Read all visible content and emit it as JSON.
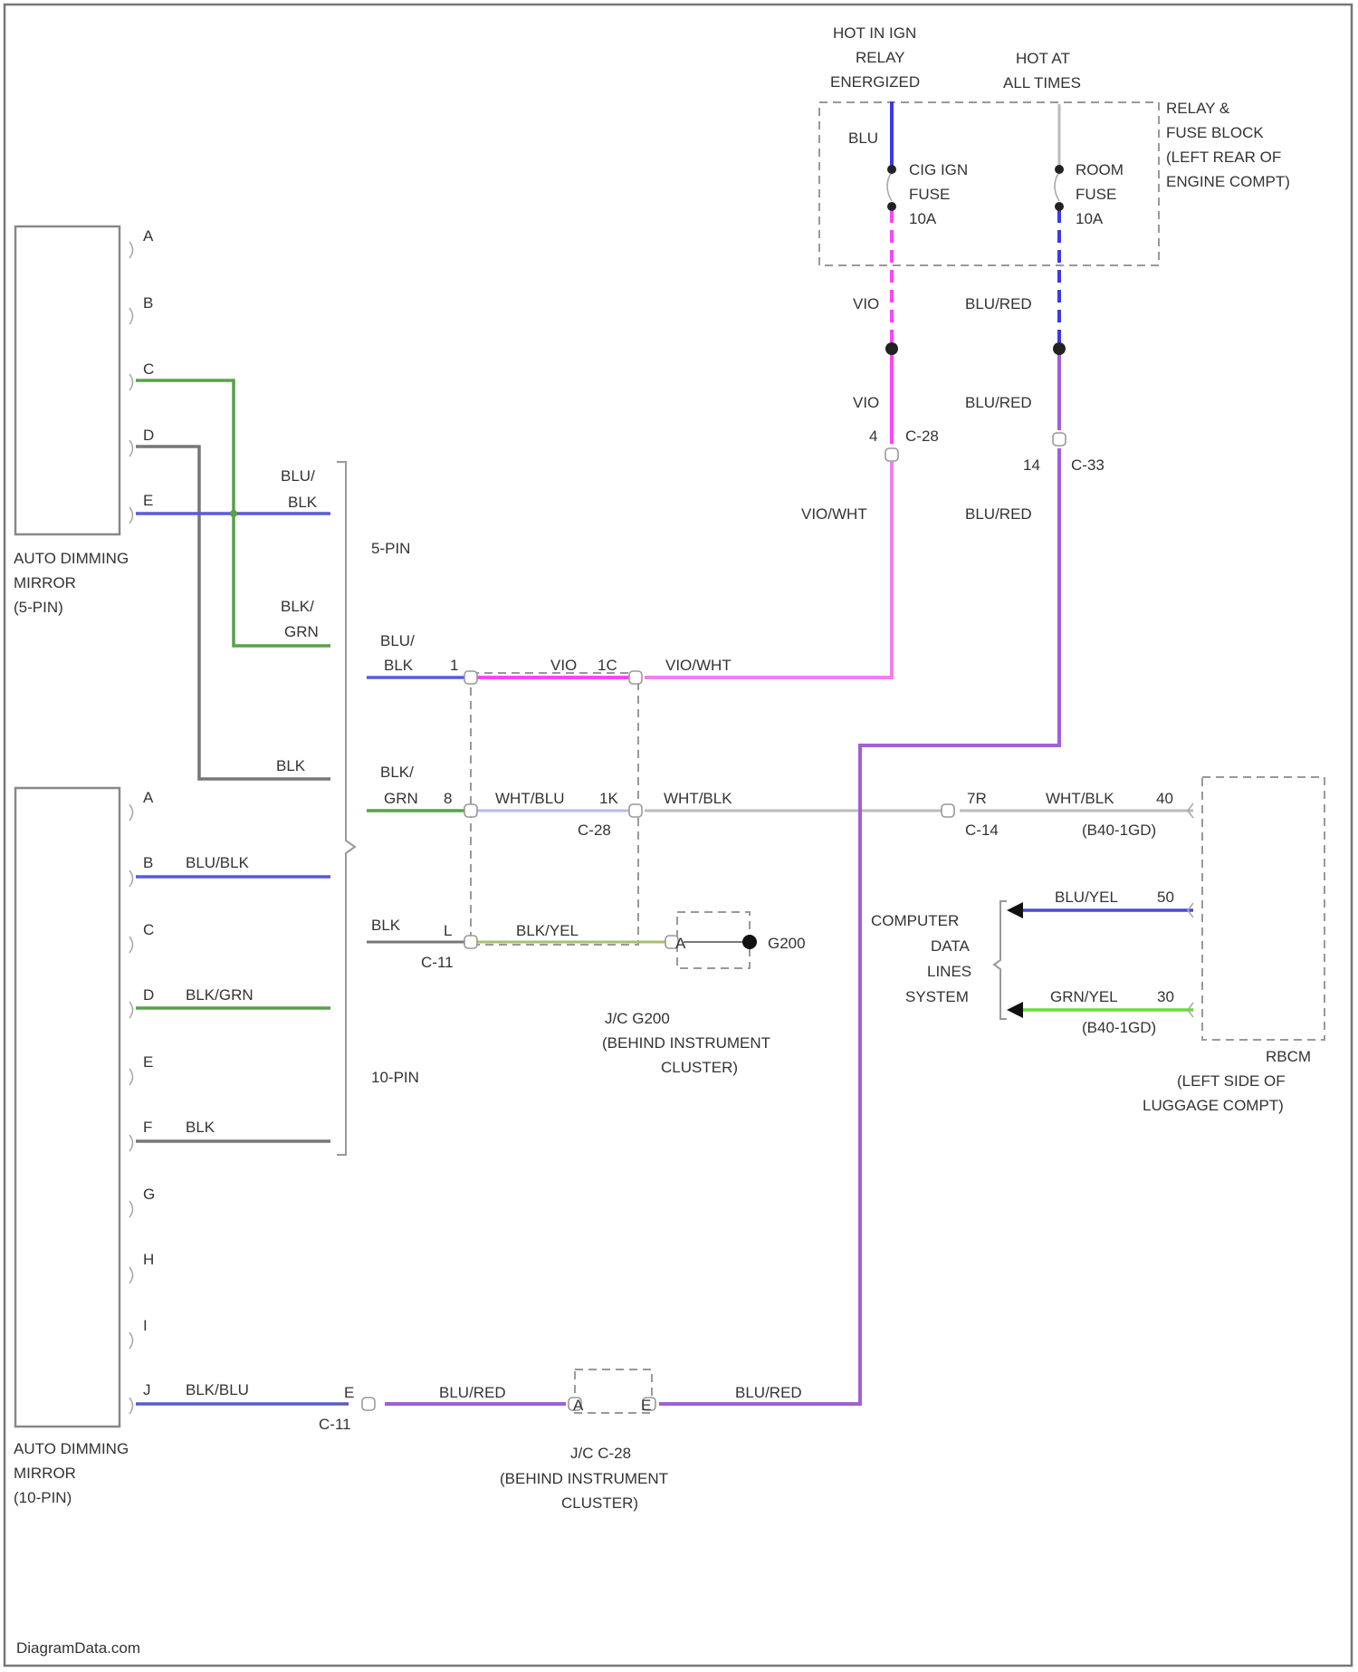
{
  "colors": {
    "blu": "#3a3ae8",
    "blu_blk": "#5a5ad8",
    "vio": "#ff44ff",
    "vio_wht": "#f07ff0",
    "blu_red": "#a060d8",
    "blk_grn": "#5aa04a",
    "blk": "#777777",
    "wht_blu": "#b8b8ec",
    "wht_blk": "#bbbbbb",
    "blk_yel": "#a8c070",
    "grn_yel": "#66dd33",
    "blu_yel": "#4a4ad0",
    "blk_blu": "#5a5ac8"
  },
  "mirror5": {
    "pins": [
      "A",
      "B",
      "C",
      "D",
      "E"
    ],
    "title_lines": [
      "AUTO DIMMING",
      "MIRROR",
      "(5-PIN)"
    ]
  },
  "mirror10": {
    "pins": [
      "A",
      "B",
      "C",
      "D",
      "E",
      "F",
      "G",
      "H",
      "I",
      "J"
    ],
    "title_lines": [
      "AUTO DIMMING",
      "MIRROR",
      "(10-PIN)"
    ]
  },
  "wire_labels": {
    "blu_blk_1": [
      "BLU/",
      "BLK"
    ],
    "blk_grn_1": [
      "BLK/",
      "GRN"
    ],
    "blk_1": "BLK",
    "blu_blk_2": [
      "BLU/",
      "BLK"
    ],
    "blk_grn_2": [
      "BLK/",
      "GRN"
    ],
    "blk_2": "BLK",
    "m10_b": "BLU/BLK",
    "m10_d": "BLK/GRN",
    "m10_f": "BLK",
    "m10_j": "BLK/BLU",
    "vio_mid": "VIO",
    "vio_wht_row": "VIO/WHT",
    "wht_blu": "WHT/BLU",
    "wht_blk_1": "WHT/BLK",
    "wht_blk_2": "WHT/BLK",
    "blk_yel": "BLK/YEL",
    "blu_red_bot1": "BLU/RED",
    "blu_red_bot2": "BLU/RED",
    "blu_top": "BLU",
    "vio_a": "VIO",
    "vio_b": "VIO",
    "vio_wht_col": "VIO/WHT",
    "blu_red_a": "BLU/RED",
    "blu_red_b": "BLU/RED",
    "blu_red_c": "BLU/RED",
    "blu_yel": "BLU/YEL",
    "grn_yel": "GRN/YEL"
  },
  "option_labels": {
    "five_pin": "5-PIN",
    "ten_pin": "10-PIN"
  },
  "pins": {
    "p1": "1",
    "p1c": "1C",
    "p8": "8",
    "p1k": "1K",
    "l": "L",
    "e": "E",
    "p7r": "7R",
    "p40": "40",
    "p50": "50",
    "p30": "30",
    "p4": "4",
    "p14": "14",
    "jc_a": "A",
    "jc_e": "E"
  },
  "connectors": {
    "c28a": "C-28",
    "c28b": "C-28",
    "c33": "C-33",
    "c11a": "C-11",
    "c11b": "C-11",
    "c14": "C-14",
    "g200": "G200",
    "b_a": "(B40-1GD)",
    "b_b": "(B40-1GD)"
  },
  "fuse_block": {
    "hot_ign": [
      "HOT IN IGN",
      "RELAY",
      "ENERGIZED"
    ],
    "hot_all": [
      "HOT AT",
      "ALL TIMES"
    ],
    "label": [
      "RELAY &",
      "FUSE BLOCK",
      "(LEFT REAR OF",
      "ENGINE COMPT)"
    ],
    "fuse1": [
      "CIG IGN",
      "FUSE",
      "10A"
    ],
    "fuse2": [
      "ROOM",
      "FUSE",
      "10A"
    ]
  },
  "jc_top": [
    "J/C G200",
    "(BEHIND INSTRUMENT",
    "CLUSTER)"
  ],
  "jc_bottom": [
    "J/C C-28",
    "(BEHIND INSTRUMENT",
    "CLUSTER)"
  ],
  "data_lines": [
    "COMPUTER",
    "DATA",
    "LINES",
    "SYSTEM"
  ],
  "rbcm": [
    "RBCM",
    "(LEFT SIDE OF",
    "LUGGAGE COMPT)"
  ],
  "footer": "DiagramData.com"
}
